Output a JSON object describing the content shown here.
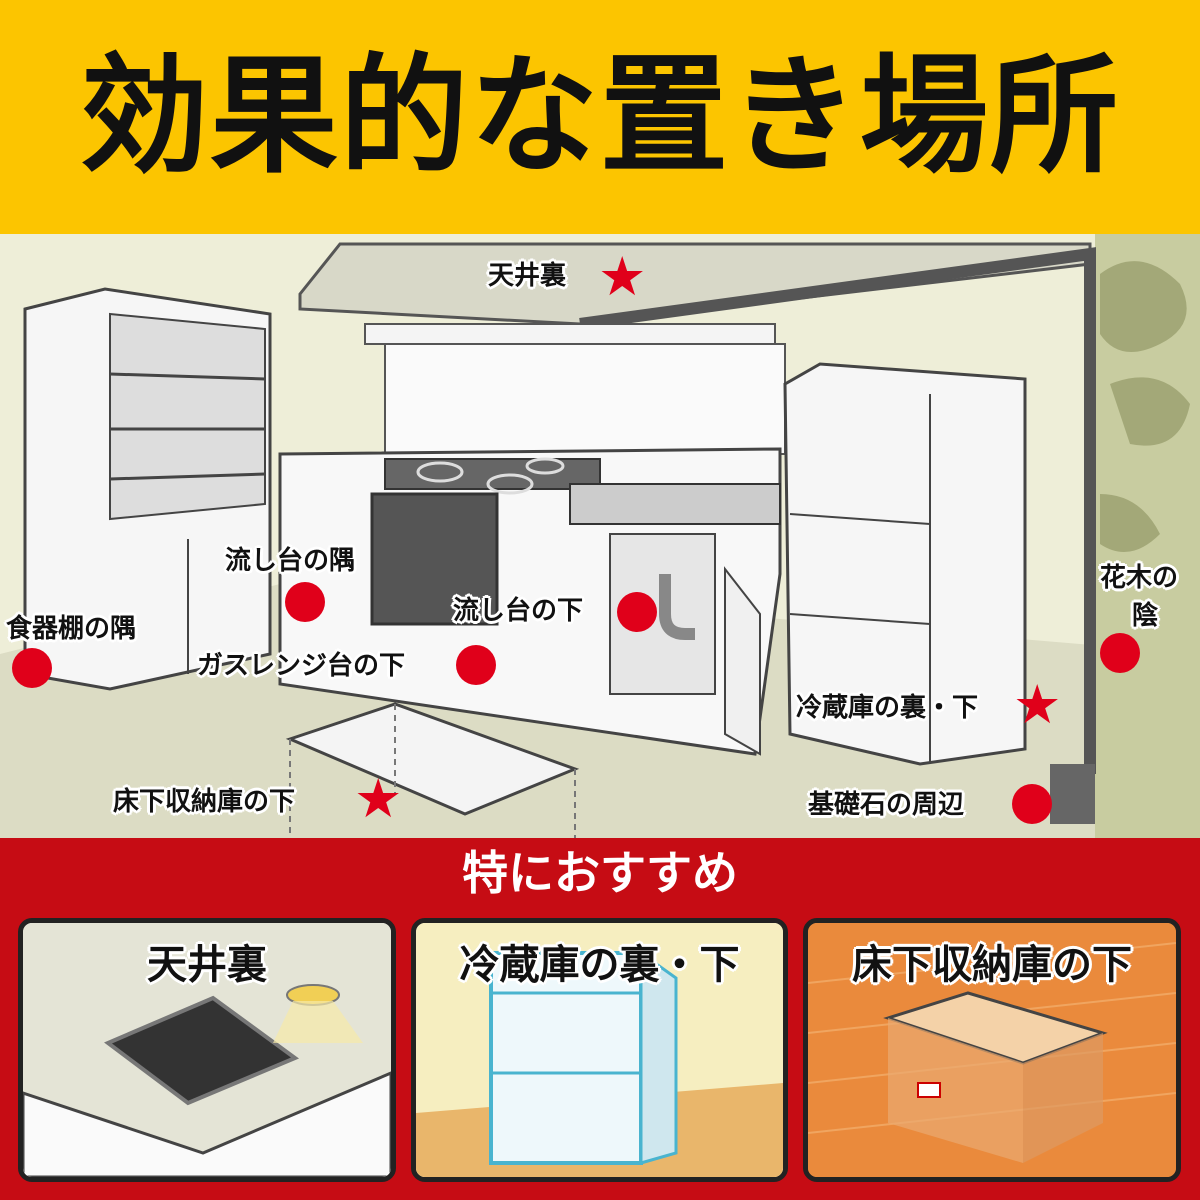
{
  "header": {
    "title": "効果的な置き場所"
  },
  "locations": [
    {
      "label": "天井裏",
      "marker": "star"
    },
    {
      "label": "流し台の隅",
      "marker": "dot"
    },
    {
      "label": "食器棚の隅",
      "marker": "dot"
    },
    {
      "label": "流し台の下",
      "marker": "dot"
    },
    {
      "label": "ガスレンジ台の下",
      "marker": "dot"
    },
    {
      "label": "花木の",
      "marker": "dot"
    },
    {
      "label": "陰",
      "marker": ""
    },
    {
      "label": "冷蔵庫の裏・下",
      "marker": "star"
    },
    {
      "label": "床下収納庫の下",
      "marker": "star"
    },
    {
      "label": "基礎石の周辺",
      "marker": "dot"
    }
  ],
  "recommend": {
    "title": "特におすすめ",
    "panels": [
      {
        "label": "天井裏"
      },
      {
        "label": "冷蔵庫の裏・下"
      },
      {
        "label": "床下収納庫の下"
      }
    ]
  },
  "colors": {
    "title_bar": "#fcc500",
    "accent_red": "#e0001a",
    "bottom_red": "#c60c14"
  }
}
